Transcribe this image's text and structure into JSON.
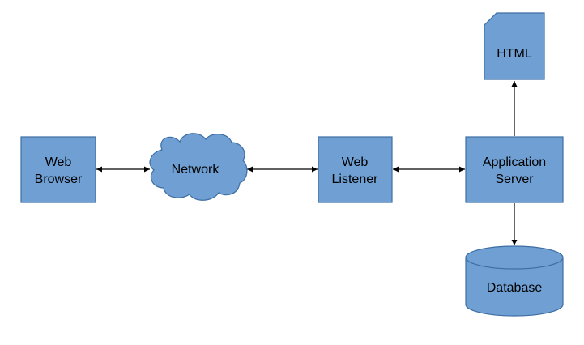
{
  "colors": {
    "node_fill": "#6f9fd3",
    "node_stroke": "#3d6ea3",
    "edge": "#000000",
    "background": "#ffffff"
  },
  "nodes": {
    "web_browser": {
      "line1": "Web",
      "line2": "Browser"
    },
    "network": {
      "label": "Network"
    },
    "web_listener": {
      "line1": "Web",
      "line2": "Listener"
    },
    "application_server": {
      "line1": "Application",
      "line2": "Server"
    },
    "html": {
      "label": "HTML"
    },
    "database": {
      "label": "Database"
    }
  },
  "edges": [
    {
      "from": "Web Browser",
      "to": "Network",
      "direction": "bidirectional"
    },
    {
      "from": "Network",
      "to": "Web Listener",
      "direction": "bidirectional"
    },
    {
      "from": "Web Listener",
      "to": "Application Server",
      "direction": "bidirectional"
    },
    {
      "from": "Application Server",
      "to": "HTML",
      "direction": "forward"
    },
    {
      "from": "Application Server",
      "to": "Database",
      "direction": "forward"
    }
  ]
}
